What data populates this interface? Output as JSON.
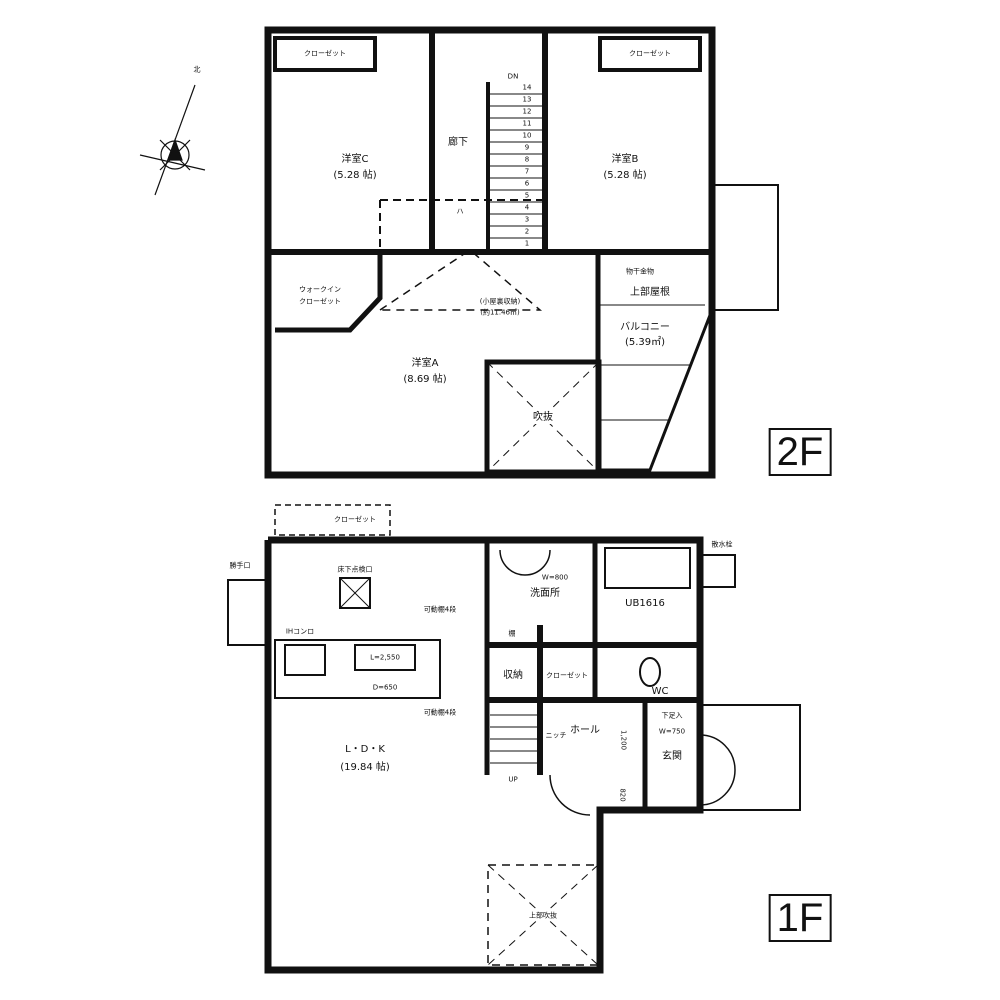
{
  "compass": {
    "north_label": "北",
    "icon": "compass-rose-icon"
  },
  "floor2": {
    "floor_label": "2F",
    "closet_c": "クローゼット",
    "closet_b": "クローゼット",
    "room_c": {
      "name": "洋室C",
      "size": "(5.28 帖)"
    },
    "room_b": {
      "name": "洋室B",
      "size": "(5.28 帖)"
    },
    "hallway": "廊下",
    "stairs_dir": "DN",
    "stair_steps": [
      "14",
      "13",
      "12",
      "11",
      "10",
      "9",
      "8",
      "7",
      "6",
      "5",
      "4",
      "3",
      "2",
      "1"
    ],
    "hatch": "ハ",
    "walkin_closet": [
      "ウォークイン",
      "クローゼット"
    ],
    "attic_storage": [
      "(小屋裏収納)",
      "(約11.46㎡)"
    ],
    "room_a": {
      "name": "洋室A",
      "size": "(8.69 帖)"
    },
    "void": "吹抜",
    "drying_hardware": "物干金物",
    "upper_roof": "上部屋根",
    "balcony": {
      "name": "バルコニー",
      "size": "(5.39㎡)"
    }
  },
  "floor1": {
    "floor_label": "1F",
    "porch_closet": "クローゼット",
    "back_door": "勝手口",
    "underfloor_hatch": "床下点検口",
    "ih_stove": "IHコンロ",
    "counter_length": "L=2,550",
    "counter_depth": "D=650",
    "movable_shelf_1": "可動棚4段",
    "movable_shelf_2": "可動棚4段",
    "washroom_width": "W=800",
    "washroom": "洗面所",
    "bath_unit": "UB1616",
    "faucet": "散水栓",
    "shelf": "棚",
    "storage": "収納",
    "closet": "クローゼット",
    "wc": "WC",
    "hall": "ホール",
    "hall_niche": "ニッチ",
    "hall_width": "1,200",
    "shoe_cabinet": "下足入",
    "entrance_width": "W=750",
    "entrance": "玄関",
    "passage_width": "820",
    "stairs_dir": "UP",
    "ldk": {
      "name": "L・D・K",
      "size": "(19.84 帖)"
    },
    "upper_void": "上部吹抜"
  }
}
